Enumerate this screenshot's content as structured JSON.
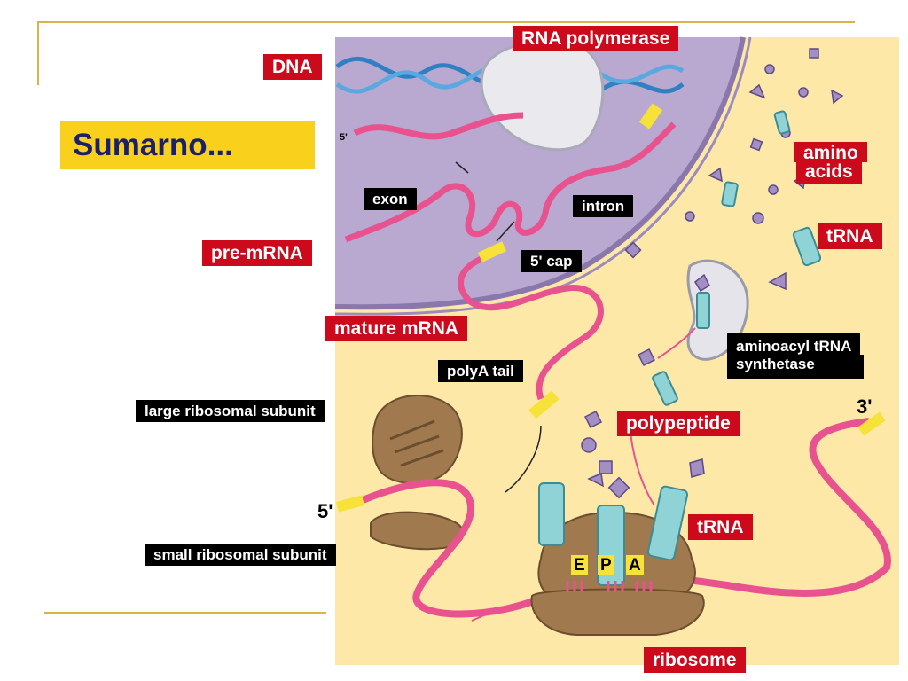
{
  "title": "Sumarno...",
  "colors": {
    "frame_line": "#d9b44a",
    "title_box": "#f9d11c",
    "title_text": "#1a1f6e",
    "red_label": "#cc0a1c",
    "black_label": "#000000",
    "cytoplasm": "#fde8a8",
    "nucleus": "#b9a8cf",
    "nuclear_envelope": "#8a78ad",
    "mrna": "#e8528e",
    "ribosome": "#a07a4e",
    "trna": "#8fd3d6",
    "amino_acid": "#a48fc4",
    "cap_tail": "#f7e23a"
  },
  "labels": {
    "rna_polymerase": "RNA polymerase",
    "dna": "DNA",
    "amino_acids_1": "amino",
    "amino_acids_2": "acids",
    "exon": "exon",
    "intron": "intron",
    "trna_top": "tRNA",
    "pre_mrna": "pre-mRNA",
    "five_cap": "5' cap",
    "mature_mrna": "mature mRNA",
    "aminoacyl_1": "aminoacyl tRNA",
    "aminoacyl_2": "synthetase",
    "polya_tail": "polyA tail",
    "large_subunit": "large ribosomal subunit",
    "three_prime": "3'",
    "polypeptide": "polypeptide",
    "five_prime": "5'",
    "trna_bottom": "tRNA",
    "small_subunit": "small ribosomal subunit",
    "ribosome": "ribosome",
    "site_e": "E",
    "site_p": "P",
    "site_a": "A",
    "dna_five": "5'"
  }
}
